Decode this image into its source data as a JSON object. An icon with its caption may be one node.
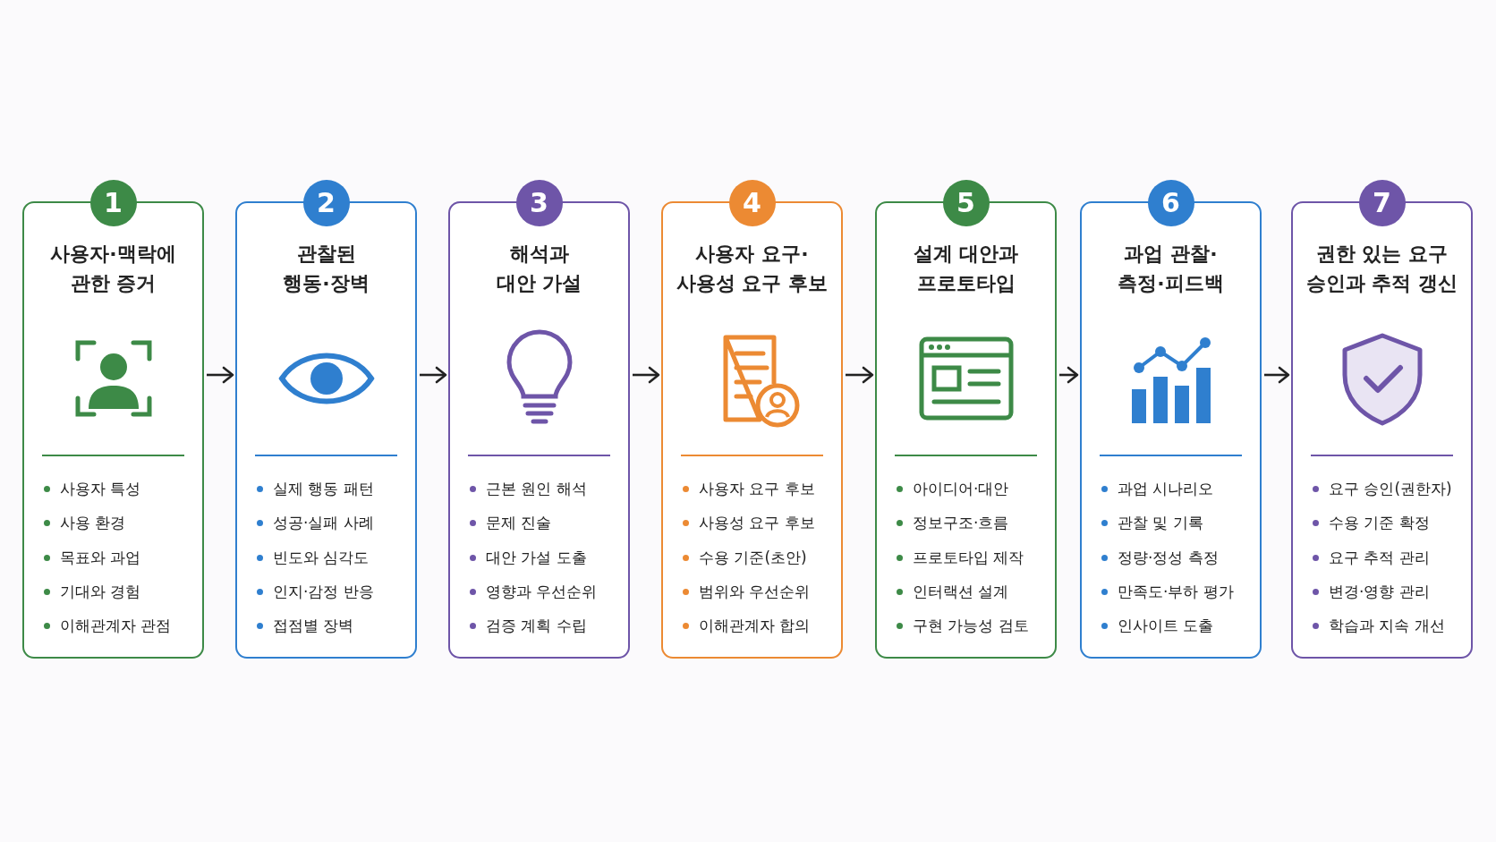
{
  "diagram": {
    "nodes": [
      {
        "text": [
          "1",
          "사용자·맥락에 관한 증거",
          "사용자 특성",
          "사용 환경",
          "목표와 과업",
          "기대와 경험",
          "이해관계자 관점"
        ]
      },
      {
        "text": [
          "2",
          "관찰된 행동·장벽",
          "실제 행동 패턴",
          "성공·실패 사례",
          "빈도와 심각도",
          "인지·감정 반응",
          "접점별 장벽"
        ]
      },
      {
        "text": [
          "3",
          "해석과 대안 가설",
          "근본 원인 해석",
          "문제 진술",
          "대안 가설 도출",
          "영향과 우선순위",
          "검증 계획 수립"
        ]
      },
      {
        "text": [
          "4",
          "사용자 요구· 사용성 요구 후보",
          "사용자 요구 후보",
          "사용성 요구 후보",
          "수용 기준(초안)",
          "범위와 우선순위",
          "이해관계자 합의"
        ]
      },
      {
        "text": [
          "5",
          "설계 대안과 프로토타입",
          "아이디어·대안",
          "정보구조·흐름",
          "프로토타입 제작",
          "인터랙션 설계",
          "구현 가능성 검토"
        ]
      },
      {
        "text": [
          "6",
          "과업 관찰· 측정·피드백",
          "과업 시나리오",
          "관찰 및 기록",
          "정량·정성 측정",
          "만족도·부하 평가",
          "인사이트 도출"
        ]
      },
      {
        "text": [
          "7",
          "권한 있는 요구 승인과 추적 갱신",
          "요구 승인(권한자)",
          "수용 기준 확정",
          "요구 추적 관리",
          "변경·영향 관리",
          "학습과 지속 개선"
        ]
      }
    ],
    "edges": [
      {
        "from": 0,
        "to": 1,
        "arrow": "to"
      },
      {
        "from": 1,
        "to": 2,
        "arrow": "to"
      },
      {
        "from": 2,
        "to": 3,
        "arrow": "to"
      },
      {
        "from": 3,
        "to": 4,
        "arrow": "to"
      },
      {
        "from": 4,
        "to": 5,
        "arrow": "to"
      },
      {
        "from": 5,
        "to": 6,
        "arrow": "to"
      }
    ]
  }
}
